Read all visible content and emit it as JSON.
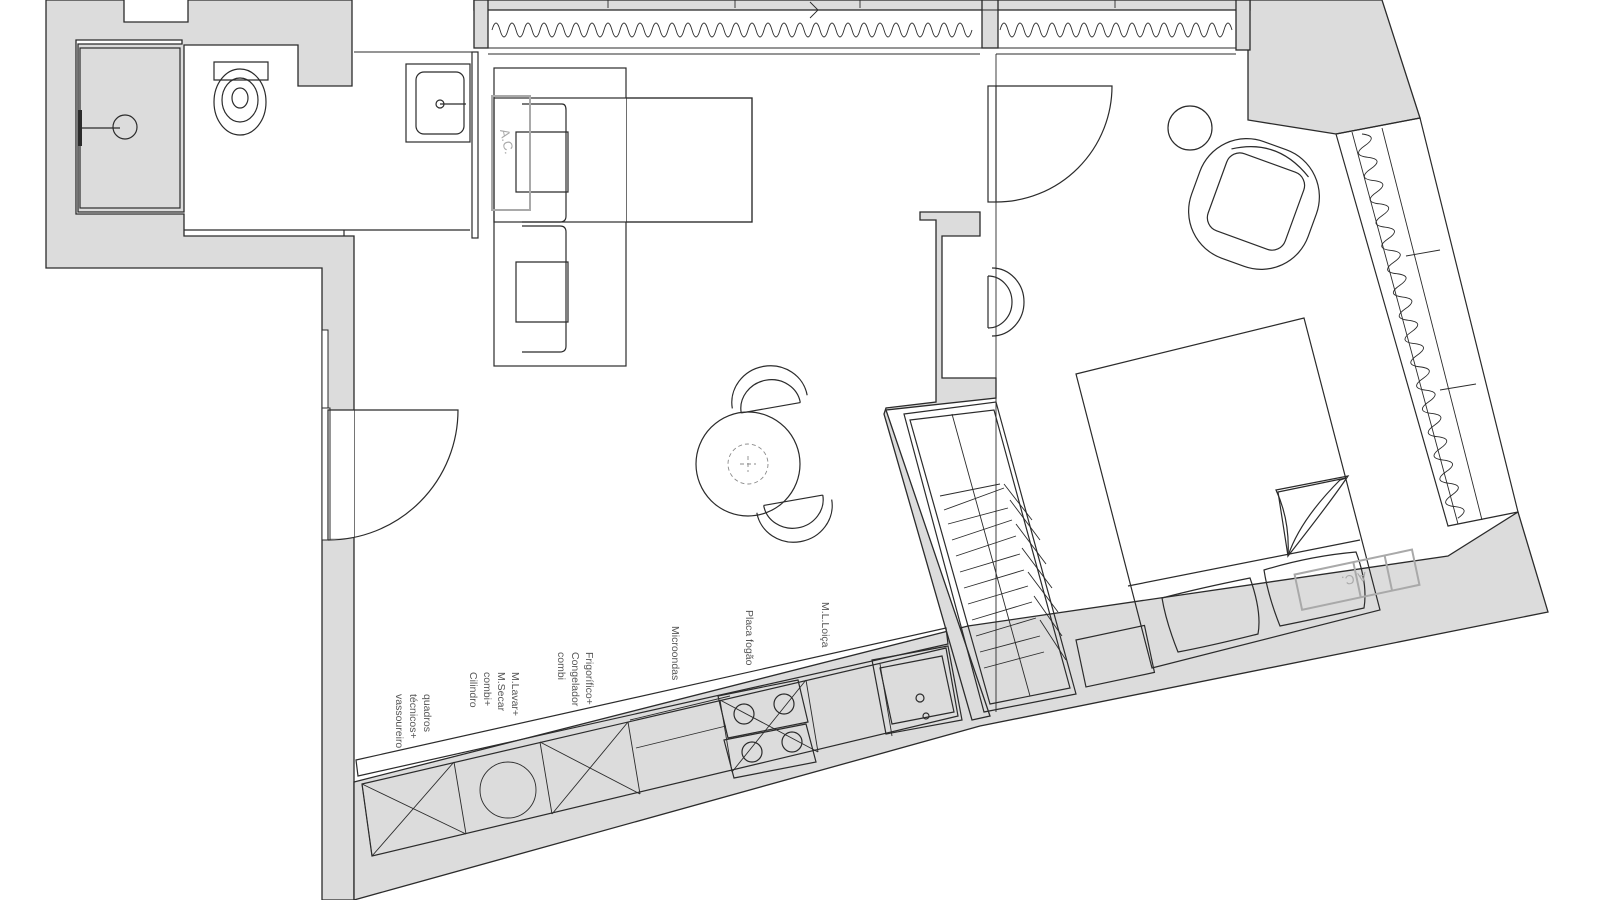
{
  "plan": {
    "labels": {
      "ac": "A.C.",
      "ml_loica": "M.L.Loiça",
      "placa_fogao": "Placa fogão",
      "microondas": "Microondas",
      "frigorifico": [
        "Frigorífico+",
        "Congelador",
        "combi"
      ],
      "maquinas": [
        "M.Lavar+",
        "M.Secar",
        "combi+",
        "Cilindro"
      ],
      "quadros": [
        "quadros",
        "técnicos+",
        "vassoureiro"
      ]
    },
    "colors": {
      "wall_fill": "#dcdcdc",
      "line": "#2b2b2b",
      "ac_unit": "#a9a9a9",
      "background": "#ffffff"
    },
    "icons": [
      "toilet-icon",
      "washbasin-icon",
      "kitchen-sink-icon",
      "hob-icon",
      "round-table-icon",
      "chair-icon",
      "armchair-icon",
      "side-table-icon",
      "bed-icon",
      "pillow-icon",
      "wardrobe-icon",
      "sofa-icon",
      "door-swing-icon",
      "radiator-icon",
      "ac-unit-icon"
    ]
  }
}
